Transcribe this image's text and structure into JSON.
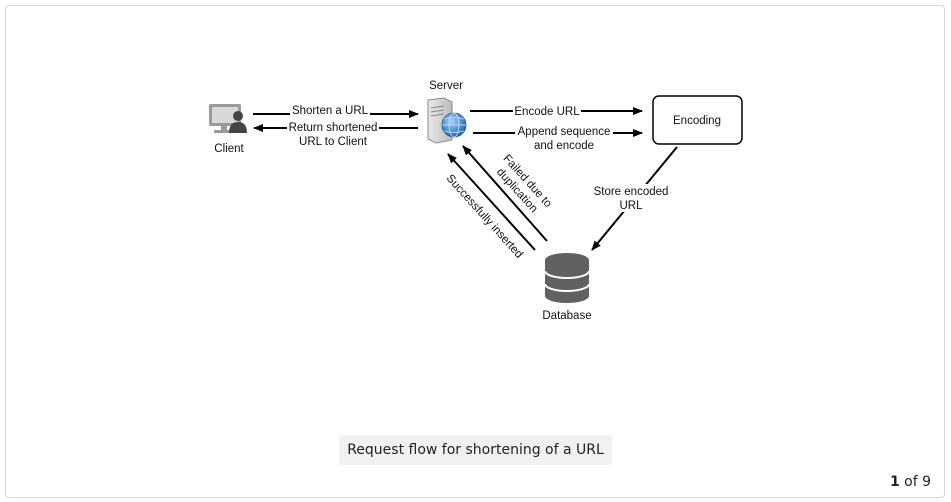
{
  "diagram": {
    "nodes": {
      "client": "Client",
      "server": "Server",
      "encoding": "Encoding",
      "database": "Database"
    },
    "edges": {
      "shorten_url": "Shorten a URL",
      "return_line1": "Return shortened",
      "return_line2": "URL to Client",
      "encode_url": "Encode URL",
      "append_line1": "Append sequence",
      "append_line2": "and encode",
      "store_line1": "Store encoded",
      "store_line2": "URL",
      "failed_line1": "Failed due to",
      "failed_line2": "duplication",
      "success": "Successfully inserted"
    }
  },
  "caption": "Request flow for shortening of a URL",
  "pager": {
    "current": "1",
    "total_text": "of 9"
  }
}
